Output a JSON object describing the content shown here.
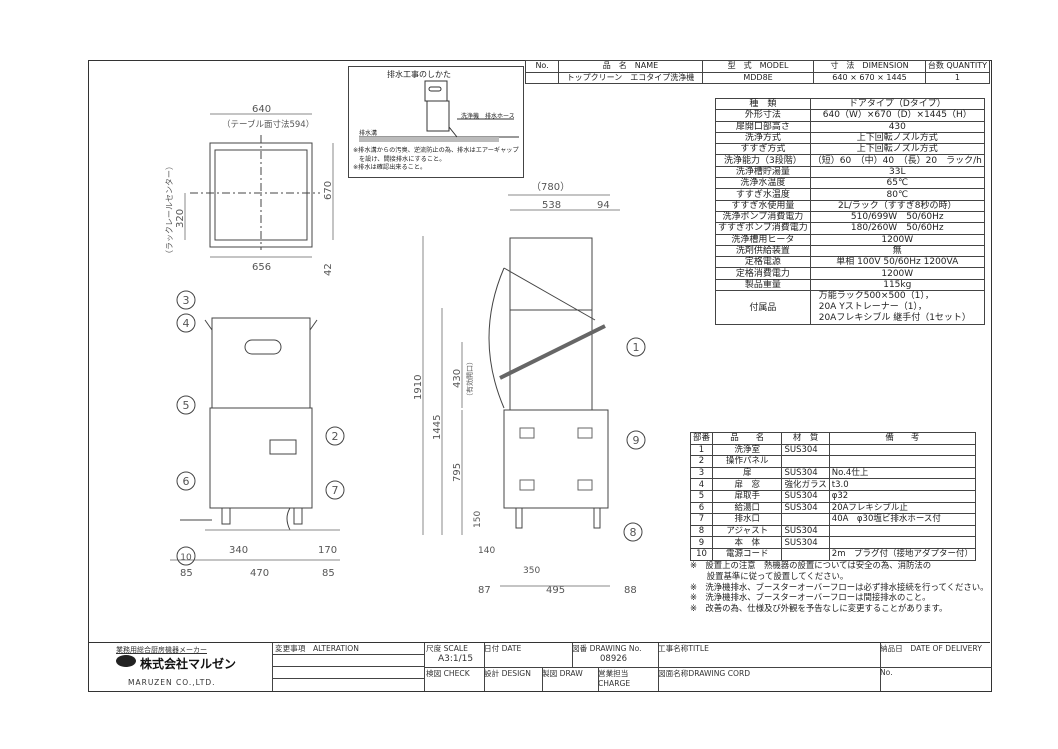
{
  "header": {
    "cols": [
      "No.",
      "品　名　NAME",
      "型　式　MODEL",
      "寸　法　DIMENSION",
      "台数 QUANTITY"
    ],
    "row": {
      "no": "",
      "name": "トップクリーン　エコタイプ洗浄機",
      "model": "MDD8E",
      "dimension": "640 × 670 × 1445",
      "quantity": "1"
    }
  },
  "drain_box": {
    "title": "排水工事のしかた",
    "labels": [
      "洗浄機",
      "排水ホース",
      "排水溝"
    ],
    "notes": [
      "※排水溝からの汚臭、逆流防止の為、排水はエアーギャップ",
      "を設け、間接排水にすること。",
      "※排水は確認出来ること。"
    ]
  },
  "spec": [
    [
      "種　類",
      "ドアタイプ（Dタイプ）"
    ],
    [
      "外形寸法",
      "640（W）×670（D）×1445（H）"
    ],
    [
      "扉開口部高さ",
      "430"
    ],
    [
      "洗浄方式",
      "上下回転ノズル方式"
    ],
    [
      "すすぎ方式",
      "上下回転ノズル方式"
    ],
    [
      "洗浄能力（3段階）",
      "（短）60　（中）40　（長）20　ラック/h"
    ],
    [
      "洗浄槽貯湯量",
      "33L"
    ],
    [
      "洗浄水温度",
      "65℃"
    ],
    [
      "すすぎ水温度",
      "80℃"
    ],
    [
      "すすぎ水使用量",
      "2L/ラック（すすぎ8秒の時）"
    ],
    [
      "洗浄ポンプ消費電力",
      "510/699W　50/60Hz"
    ],
    [
      "すすぎポンプ消費電力",
      "180/260W　50/60Hz"
    ],
    [
      "洗浄槽用ヒータ",
      "1200W"
    ],
    [
      "洗剤供給装置",
      "無"
    ],
    [
      "定格電源",
      "単相 100V 50/60Hz 1200VA"
    ],
    [
      "定格消費電力",
      "1200W"
    ],
    [
      "製品重量",
      "115kg"
    ]
  ],
  "accessories": {
    "label": "付属品",
    "lines": [
      "万能ラック500×500（1），",
      "20A Yストレーナー（1），",
      "20Aフレキシブル 継手付（1セット）"
    ]
  },
  "parts": {
    "headers": [
      "部番",
      "品　　名",
      "材　質",
      "備　　考"
    ],
    "rows": [
      [
        "1",
        "洗浄室",
        "SUS304",
        ""
      ],
      [
        "2",
        "操作パネル",
        "",
        ""
      ],
      [
        "3",
        "扉",
        "SUS304",
        "No.4仕上"
      ],
      [
        "4",
        "扉　窓",
        "強化ガラス",
        "t3.0"
      ],
      [
        "5",
        "扉取手",
        "SUS304",
        "φ32"
      ],
      [
        "6",
        "給湯口",
        "SUS304",
        "20Aフレキシブル止"
      ],
      [
        "7",
        "排水口",
        "",
        "40A　φ30塩ビ排水ホース付"
      ],
      [
        "8",
        "アジャスト",
        "SUS304",
        ""
      ],
      [
        "9",
        "本　体",
        "SUS304",
        ""
      ],
      [
        "10",
        "電源コード",
        "",
        "2m　プラグ付（接地アダプター付）"
      ]
    ]
  },
  "notes": [
    "※　設置上の注意　熱機器の設置については安全の為、消防法の",
    "　　設置基準に従って設置してください。",
    "※　洗浄機排水、ブースターオーバーフローは必ず排水接続を行ってください。",
    "※　洗浄機排水、ブースターオーバーフローは間接排水のこと。",
    "※　改善の為、仕様及び外観を予告なしに変更することがあります。"
  ],
  "dims": {
    "top": {
      "w": "640",
      "table": "（テーブル面寸法594）",
      "d": "670",
      "rail": "320",
      "rail_label": "（ラックレールセンター）",
      "w2": "656",
      "h2": "42"
    },
    "front": {
      "a": "340",
      "b": "170",
      "c": "85",
      "d": "470",
      "e": "85"
    },
    "side": {
      "total": "（780）",
      "a": "538",
      "b": "94",
      "h1": "1910",
      "h2": "1445",
      "h3": "430",
      "h3_label": "（有効開口）",
      "h4": "795",
      "h5": "150",
      "f1": "140",
      "f2": "350",
      "f3": "87",
      "f4": "495",
      "f5": "88"
    },
    "callouts": [
      "1",
      "2",
      "3",
      "4",
      "5",
      "6",
      "7",
      "8",
      "9",
      "10"
    ]
  },
  "title_block": {
    "maker_tag": "業務用総合厨房機器メーカー",
    "company": "株式会社マルゼン",
    "company_en": "MARUZEN CO.,LTD.",
    "alteration": "変更事項　ALTERATION",
    "scale_label": "尺度 SCALE",
    "scale": "A3:1/15",
    "date_label": "日付 DATE",
    "drawing_no_label": "図番 DRAWING No.",
    "drawing_no": "08926",
    "title_label": "工事名称TITLE",
    "delivery_label": "納品日　DATE OF DELIVERY",
    "check_label": "検図 CHECK",
    "design_label": "設計 DESIGN",
    "draw_label": "製図 DRAW",
    "charge_label": "営業担当CHARGE",
    "cord_label": "図面名称DRAWING CORD",
    "no_label": "No."
  }
}
